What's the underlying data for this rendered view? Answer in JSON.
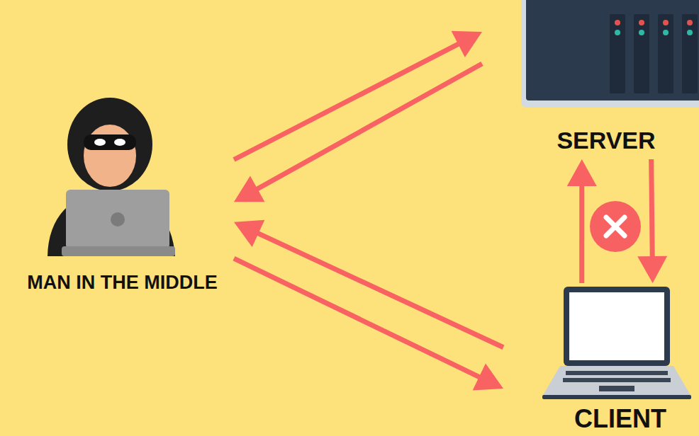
{
  "diagram": {
    "nodes": [
      {
        "text": [
          "MAN IN THE MIDDLE"
        ]
      },
      {
        "text": [
          "SERVER"
        ]
      },
      {
        "text": [
          "CLIENT"
        ]
      }
    ],
    "edges": [
      {
        "from": 0,
        "to": 1,
        "arrow": "to"
      },
      {
        "from": 1,
        "to": 0,
        "arrow": "to"
      },
      {
        "from": 2,
        "to": 0,
        "arrow": "to"
      },
      {
        "from": 0,
        "to": 2,
        "arrow": "to"
      },
      {
        "from": 2,
        "to": 1,
        "arrow": "to"
      },
      {
        "from": 1,
        "to": 2,
        "arrow": "to"
      }
    ]
  }
}
